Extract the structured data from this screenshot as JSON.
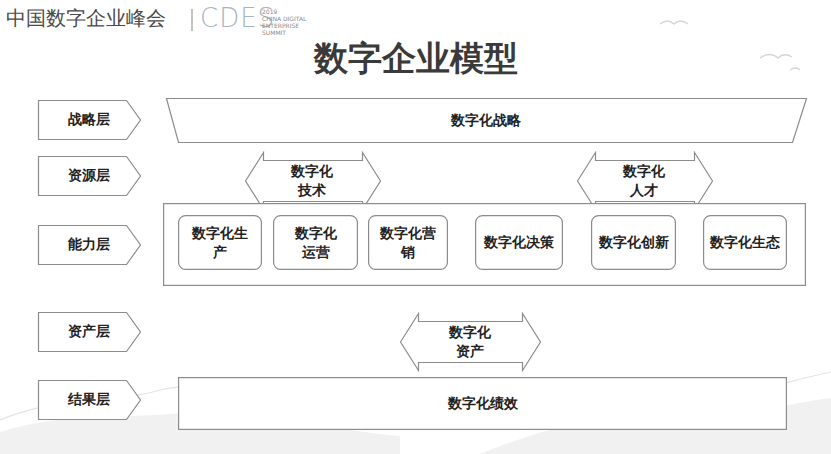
{
  "diagram": {
    "title": "数字企业模型",
    "nodes": [
      {
        "text": [
          "战略层"
        ]
      },
      {
        "text": [
          "数字化战略"
        ]
      },
      {
        "text": [
          "资源层"
        ]
      },
      {
        "text": [
          "数字化 技术"
        ]
      },
      {
        "text": [
          "数字化 人才"
        ]
      },
      {
        "text": [
          "能力层"
        ]
      },
      {
        "text": []
      },
      {
        "text": [
          "数字化生 产"
        ],
        "in": 6
      },
      {
        "text": [
          "数字化 运营"
        ],
        "in": 6
      },
      {
        "text": [
          "数字化营 销"
        ],
        "in": 6
      },
      {
        "text": [
          "数字化决策"
        ],
        "in": 6
      },
      {
        "text": [
          "数字化创新"
        ],
        "in": 6
      },
      {
        "text": [
          "数字化生态"
        ],
        "in": 6
      },
      {
        "text": [
          "资产层"
        ]
      },
      {
        "text": [
          "数字化 资产"
        ]
      },
      {
        "text": [
          "结果层"
        ]
      },
      {
        "text": [
          "数字化绩效"
        ]
      }
    ],
    "labels": [
      "中国数字企业峰会",
      "CDES",
      "2019",
      "CHINA DIGITAL ENTERPRISE SUMMIT"
    ]
  }
}
